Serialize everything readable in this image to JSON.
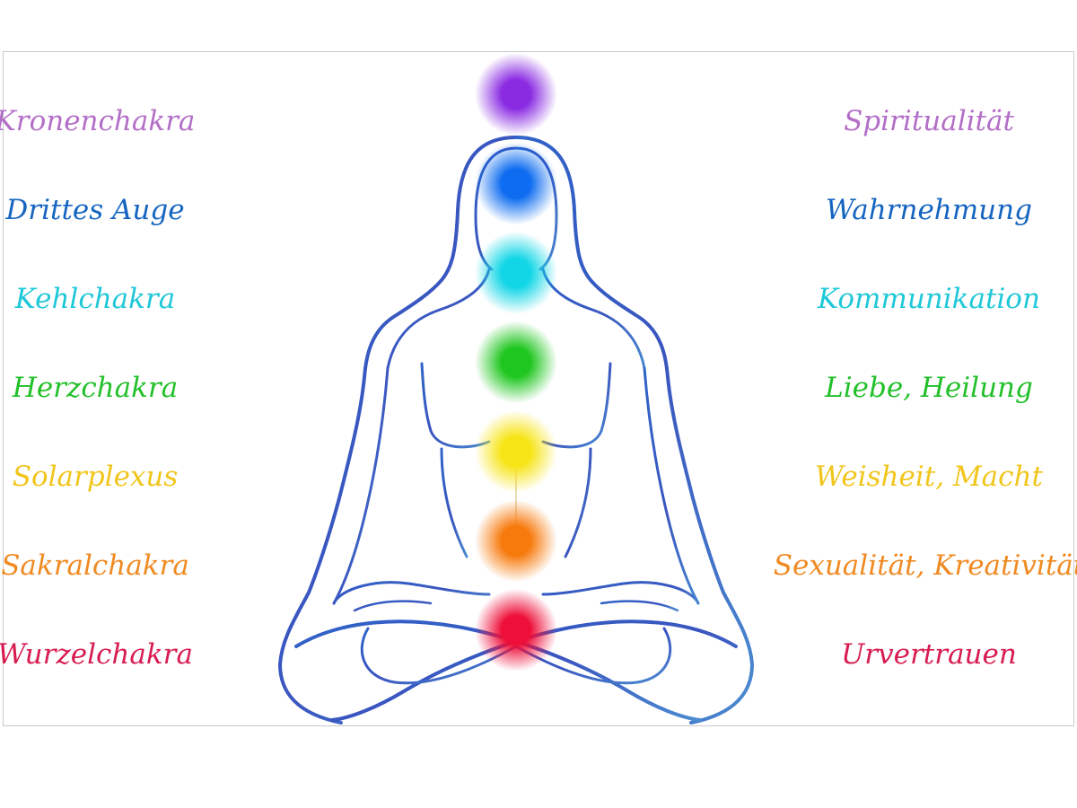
{
  "chakras": [
    {
      "name": "Kronenchakra",
      "meaning": "Spiritualität",
      "color": "#b36fc7",
      "glow": "#8a2be2"
    },
    {
      "name": "Drittes Auge",
      "meaning": "Wahrnehmung",
      "color": "#1565c0",
      "glow": "#0d6cf0"
    },
    {
      "name": "Kehlchakra",
      "meaning": "Kommunikation",
      "color": "#1ec8d8",
      "glow": "#12d6e6"
    },
    {
      "name": "Herzchakra",
      "meaning": "Liebe, Heilung",
      "color": "#22c02a",
      "glow": "#1fc61f"
    },
    {
      "name": "Solarplexus",
      "meaning": "Weisheit, Macht",
      "color": "#f1c51b",
      "glow": "#f7e416"
    },
    {
      "name": "Sakralchakra",
      "meaning": "Sexualität, Kreativität",
      "color": "#f08a22",
      "glow": "#f77a0c"
    },
    {
      "name": "Wurzelchakra",
      "meaning": "Urvertrauen",
      "color": "#d81b50",
      "glow": "#ee0f3a"
    }
  ]
}
